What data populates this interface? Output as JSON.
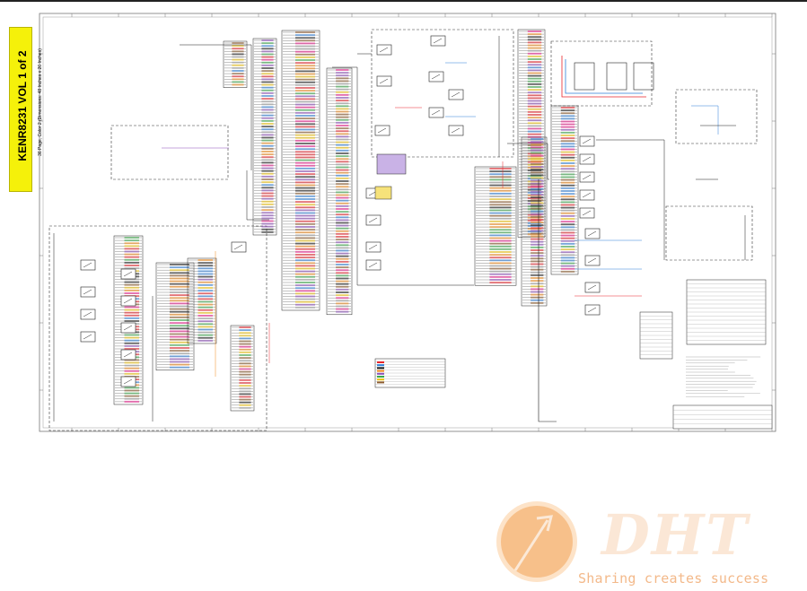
{
  "sheet": {
    "title_main": "KENR8231 VOL 1 of 2",
    "title_sub": "36 Page, Color 2 (Dimensions: 48 Inches x 26 Inches)",
    "label_color": "#f5f10a",
    "wire_colors": [
      "#e8252b",
      "#2f7fd8",
      "#1a1a1a",
      "#f08a1c",
      "#8c4fb8",
      "#3aa84a",
      "#f1c40f",
      "#8b5a2b",
      "#e91e8c",
      "#9e9e9e"
    ]
  },
  "watermark": {
    "brand": "DHT",
    "tagline": "Sharing creates success",
    "color": "#f3b98a"
  }
}
